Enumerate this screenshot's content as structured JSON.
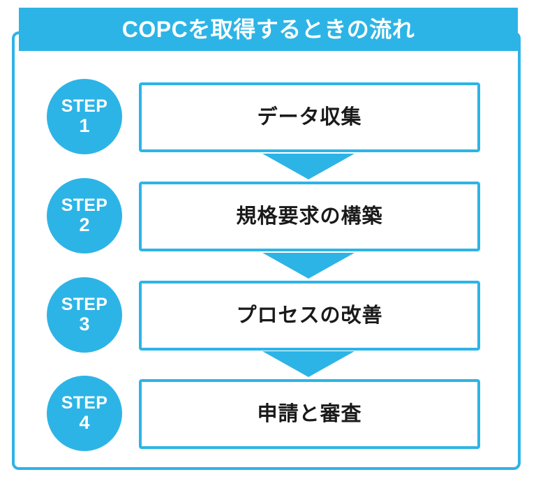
{
  "diagram": {
    "title": "COPCを取得するときの流れ",
    "accent_color": "#2db4e6",
    "text_color": "#1a1a1a",
    "banner_text_color": "#ffffff",
    "background_color": "#ffffff",
    "type": "vertical-flowchart",
    "step_word": "STEP",
    "steps": [
      {
        "badge_word": "STEP",
        "number": "1",
        "label": "データ収集"
      },
      {
        "badge_word": "STEP",
        "number": "2",
        "label": "規格要求の構築"
      },
      {
        "badge_word": "STEP",
        "number": "3",
        "label": "プロセスの改善"
      },
      {
        "badge_word": "STEP",
        "number": "4",
        "label": "申請と審査"
      }
    ],
    "connectors": [
      {
        "from": "1",
        "to": "2",
        "shape": "down-arrow"
      },
      {
        "from": "2",
        "to": "3",
        "shape": "down-arrow"
      },
      {
        "from": "3",
        "to": "4",
        "shape": "down-arrow"
      }
    ]
  }
}
